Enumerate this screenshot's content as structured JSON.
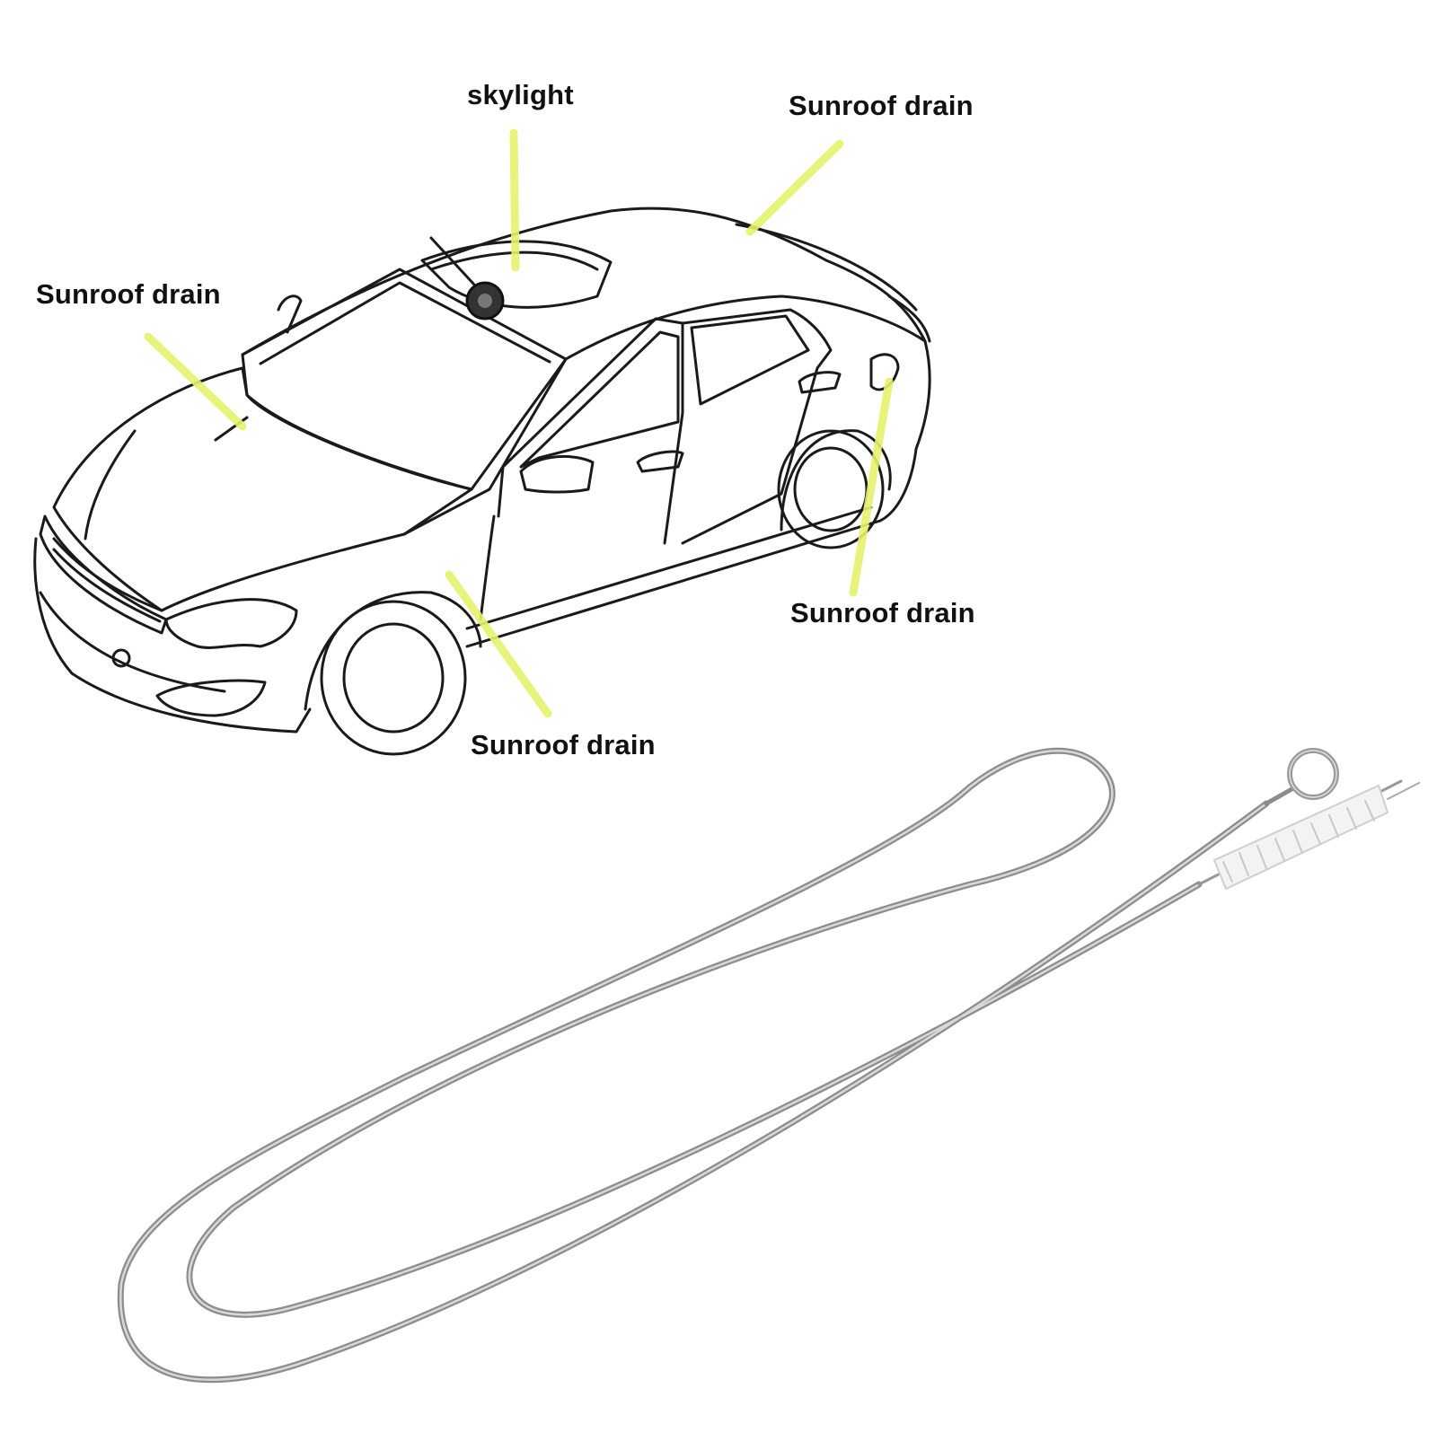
{
  "labels": {
    "skylight": "skylight",
    "drain_top_right": "Sunroof drain",
    "drain_left": "Sunroof drain",
    "drain_right_low": "Sunroof drain",
    "drain_bottom": "Sunroof drain"
  },
  "colors": {
    "callout": "#e6f26e",
    "outline": "#1a1a1a",
    "wire": "#8c8c8c",
    "bristles": "#eeeeee"
  }
}
